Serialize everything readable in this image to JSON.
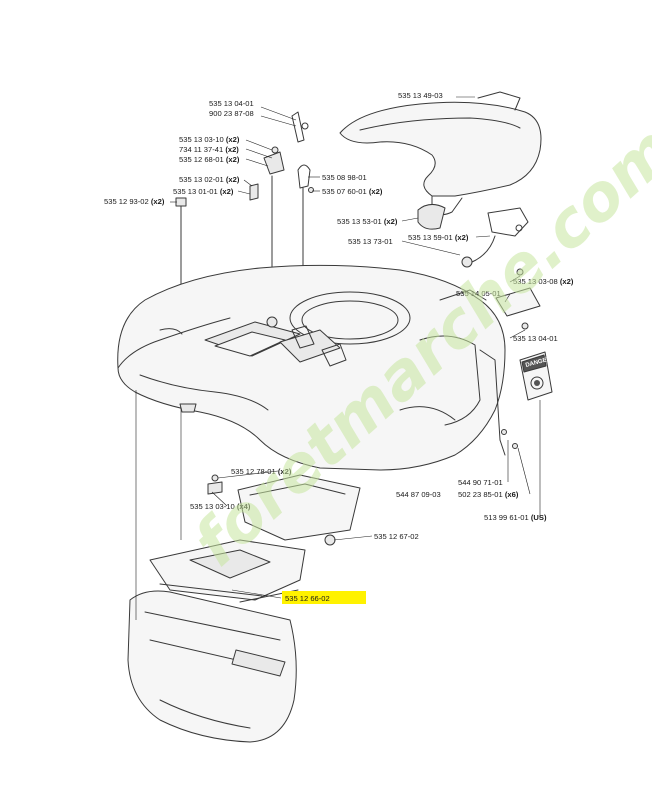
{
  "parts": [
    {
      "id": "p1",
      "number": "535 13 49-03",
      "qty": ""
    },
    {
      "id": "p2",
      "number": "535 13 04-01",
      "qty": ""
    },
    {
      "id": "p3",
      "number": "900 23 87-08",
      "qty": ""
    },
    {
      "id": "p4",
      "number": "535 13 03-10",
      "qty": "(x2)"
    },
    {
      "id": "p5",
      "number": "734 11 37-41",
      "qty": "(x2)"
    },
    {
      "id": "p6",
      "number": "535 12 68-01",
      "qty": "(x2)"
    },
    {
      "id": "p7",
      "number": "535 08 98-01",
      "qty": ""
    },
    {
      "id": "p8",
      "number": "535 13 02-01",
      "qty": "(x2)"
    },
    {
      "id": "p9",
      "number": "535 07 60-01",
      "qty": "(x2)"
    },
    {
      "id": "p10",
      "number": "535 13 01-01",
      "qty": "(x2)"
    },
    {
      "id": "p11",
      "number": "535 12 93-02",
      "qty": "(x2)"
    },
    {
      "id": "p12",
      "number": "535 13 53-01",
      "qty": "(x2)"
    },
    {
      "id": "p13",
      "number": "535 13 59-01",
      "qty": "(x2)"
    },
    {
      "id": "p14",
      "number": "535 13 73-01",
      "qty": ""
    },
    {
      "id": "p15",
      "number": "535 13 03-08",
      "qty": "(x2)"
    },
    {
      "id": "p16",
      "number": "535 14 05-01",
      "qty": ""
    },
    {
      "id": "p17",
      "number": "535 13 04-01",
      "qty": ""
    },
    {
      "id": "p18",
      "number": "535 12 78-01",
      "qty": "(x2)"
    },
    {
      "id": "p19",
      "number": "544 90 71-01",
      "qty": ""
    },
    {
      "id": "p20",
      "number": "544 87 09-03",
      "qty": ""
    },
    {
      "id": "p21",
      "number": "502 23 85-01",
      "qty": "(x6)"
    },
    {
      "id": "p22",
      "number": "535 13 03-10",
      "qty": "(x4)"
    },
    {
      "id": "p23",
      "number": "513 99 61-01",
      "qty": "(US)"
    },
    {
      "id": "p24",
      "number": "535 12 67-02",
      "qty": ""
    },
    {
      "id": "p25",
      "number": "535 12 66-02",
      "qty": "",
      "highlighted": true
    }
  ],
  "danger_sign": {
    "label": "DANGER"
  },
  "watermark": {
    "text": "foretmarche.com"
  },
  "colors": {
    "highlight": "#fff200",
    "watermark_green": "#c8e6a0",
    "watermark_orange": "#f5c98f"
  }
}
